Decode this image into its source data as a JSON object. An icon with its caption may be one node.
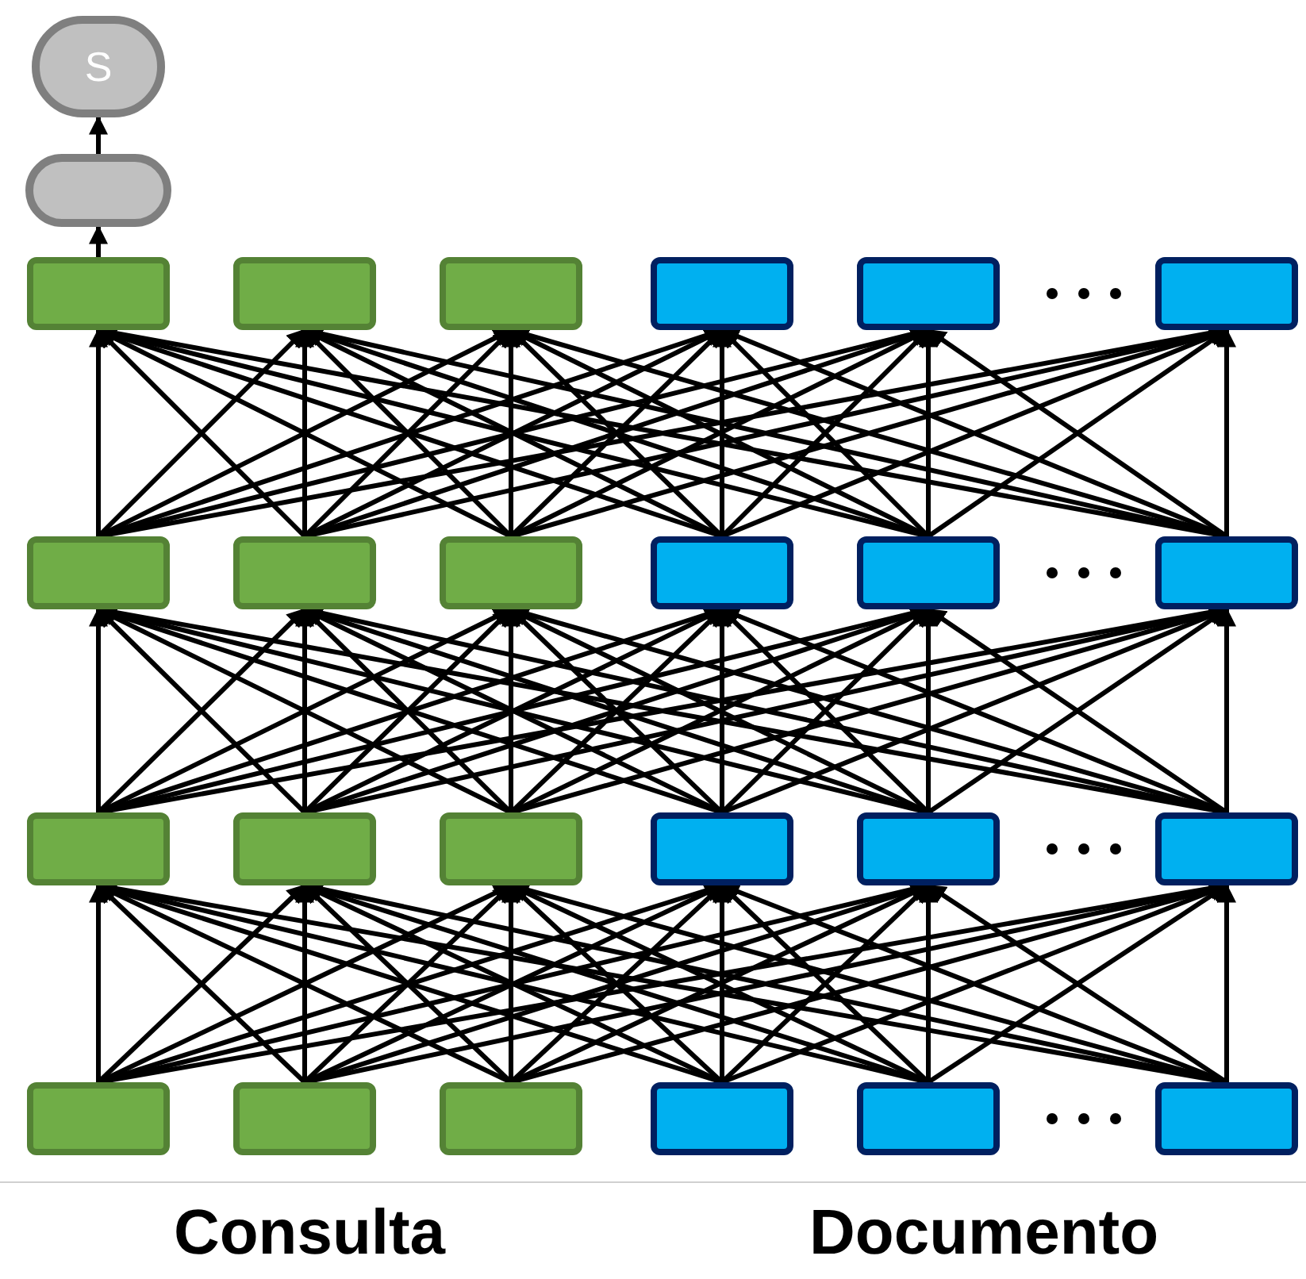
{
  "diagram": {
    "nodes": [
      {
        "text": [
          "S"
        ]
      },
      {
        "text": [],
        "shape": "pill"
      },
      {
        "text": [],
        "shape": "box"
      },
      {
        "text": [],
        "shape": "box"
      },
      {
        "text": [],
        "shape": "box"
      },
      {
        "text": [],
        "shape": "box"
      },
      {
        "text": [],
        "shape": "box"
      },
      {
        "text": [],
        "shape": "box"
      },
      {
        "text": [],
        "shape": "box"
      },
      {
        "text": [],
        "shape": "box"
      },
      {
        "text": [],
        "shape": "box"
      },
      {
        "text": [],
        "shape": "box"
      },
      {
        "text": [],
        "shape": "box"
      },
      {
        "text": [],
        "shape": "box"
      },
      {
        "text": [],
        "shape": "box"
      },
      {
        "text": [],
        "shape": "box"
      },
      {
        "text": [],
        "shape": "box"
      },
      {
        "text": [],
        "shape": "box"
      },
      {
        "text": [],
        "shape": "box"
      },
      {
        "text": [],
        "shape": "box"
      },
      {
        "text": [],
        "shape": "box"
      },
      {
        "text": [],
        "shape": "box"
      },
      {
        "text": [],
        "shape": "box"
      },
      {
        "text": [],
        "shape": "box"
      },
      {
        "text": [],
        "shape": "box"
      },
      {
        "text": [],
        "shape": "box"
      }
    ],
    "edges": [
      {
        "from": 1,
        "to": 0,
        "arrow": "to"
      },
      {
        "from": 2,
        "to": 1,
        "arrow": "to"
      },
      {
        "from": 8,
        "to": 2,
        "arrow": "to"
      },
      {
        "from": 8,
        "to": 3,
        "arrow": "to"
      },
      {
        "from": 8,
        "to": 4,
        "arrow": "to"
      },
      {
        "from": 8,
        "to": 5,
        "arrow": "to"
      },
      {
        "from": 8,
        "to": 6,
        "arrow": "to"
      },
      {
        "from": 8,
        "to": 7,
        "arrow": "to"
      },
      {
        "from": 9,
        "to": 2,
        "arrow": "to"
      },
      {
        "from": 9,
        "to": 3,
        "arrow": "to"
      },
      {
        "from": 9,
        "to": 4,
        "arrow": "to"
      },
      {
        "from": 9,
        "to": 5,
        "arrow": "to"
      },
      {
        "from": 9,
        "to": 6,
        "arrow": "to"
      },
      {
        "from": 9,
        "to": 7,
        "arrow": "to"
      },
      {
        "from": 10,
        "to": 2,
        "arrow": "to"
      },
      {
        "from": 10,
        "to": 3,
        "arrow": "to"
      },
      {
        "from": 10,
        "to": 4,
        "arrow": "to"
      },
      {
        "from": 10,
        "to": 5,
        "arrow": "to"
      },
      {
        "from": 10,
        "to": 6,
        "arrow": "to"
      },
      {
        "from": 10,
        "to": 7,
        "arrow": "to"
      },
      {
        "from": 11,
        "to": 2,
        "arrow": "to"
      },
      {
        "from": 11,
        "to": 3,
        "arrow": "to"
      },
      {
        "from": 11,
        "to": 4,
        "arrow": "to"
      },
      {
        "from": 11,
        "to": 5,
        "arrow": "to"
      },
      {
        "from": 11,
        "to": 6,
        "arrow": "to"
      },
      {
        "from": 11,
        "to": 7,
        "arrow": "to"
      },
      {
        "from": 12,
        "to": 2,
        "arrow": "to"
      },
      {
        "from": 12,
        "to": 3,
        "arrow": "to"
      },
      {
        "from": 12,
        "to": 4,
        "arrow": "to"
      },
      {
        "from": 12,
        "to": 5,
        "arrow": "to"
      },
      {
        "from": 12,
        "to": 6,
        "arrow": "to"
      },
      {
        "from": 12,
        "to": 7,
        "arrow": "to"
      },
      {
        "from": 13,
        "to": 2,
        "arrow": "to"
      },
      {
        "from": 13,
        "to": 3,
        "arrow": "to"
      },
      {
        "from": 13,
        "to": 4,
        "arrow": "to"
      },
      {
        "from": 13,
        "to": 5,
        "arrow": "to"
      },
      {
        "from": 13,
        "to": 6,
        "arrow": "to"
      },
      {
        "from": 13,
        "to": 7,
        "arrow": "to"
      },
      {
        "from": 14,
        "to": 8,
        "arrow": "to"
      },
      {
        "from": 14,
        "to": 9,
        "arrow": "to"
      },
      {
        "from": 14,
        "to": 10,
        "arrow": "to"
      },
      {
        "from": 14,
        "to": 11,
        "arrow": "to"
      },
      {
        "from": 14,
        "to": 12,
        "arrow": "to"
      },
      {
        "from": 14,
        "to": 13,
        "arrow": "to"
      },
      {
        "from": 15,
        "to": 8,
        "arrow": "to"
      },
      {
        "from": 15,
        "to": 9,
        "arrow": "to"
      },
      {
        "from": 15,
        "to": 10,
        "arrow": "to"
      },
      {
        "from": 15,
        "to": 11,
        "arrow": "to"
      },
      {
        "from": 15,
        "to": 12,
        "arrow": "to"
      },
      {
        "from": 15,
        "to": 13,
        "arrow": "to"
      },
      {
        "from": 16,
        "to": 8,
        "arrow": "to"
      },
      {
        "from": 16,
        "to": 9,
        "arrow": "to"
      },
      {
        "from": 16,
        "to": 10,
        "arrow": "to"
      },
      {
        "from": 16,
        "to": 11,
        "arrow": "to"
      },
      {
        "from": 16,
        "to": 12,
        "arrow": "to"
      },
      {
        "from": 16,
        "to": 13,
        "arrow": "to"
      },
      {
        "from": 17,
        "to": 8,
        "arrow": "to"
      },
      {
        "from": 17,
        "to": 9,
        "arrow": "to"
      },
      {
        "from": 17,
        "to": 10,
        "arrow": "to"
      },
      {
        "from": 17,
        "to": 11,
        "arrow": "to"
      },
      {
        "from": 17,
        "to": 12,
        "arrow": "to"
      },
      {
        "from": 17,
        "to": 13,
        "arrow": "to"
      },
      {
        "from": 18,
        "to": 8,
        "arrow": "to"
      },
      {
        "from": 18,
        "to": 9,
        "arrow": "to"
      },
      {
        "from": 18,
        "to": 10,
        "arrow": "to"
      },
      {
        "from": 18,
        "to": 11,
        "arrow": "to"
      },
      {
        "from": 18,
        "to": 12,
        "arrow": "to"
      },
      {
        "from": 18,
        "to": 13,
        "arrow": "to"
      },
      {
        "from": 19,
        "to": 8,
        "arrow": "to"
      },
      {
        "from": 19,
        "to": 9,
        "arrow": "to"
      },
      {
        "from": 19,
        "to": 10,
        "arrow": "to"
      },
      {
        "from": 19,
        "to": 11,
        "arrow": "to"
      },
      {
        "from": 19,
        "to": 12,
        "arrow": "to"
      },
      {
        "from": 19,
        "to": 13,
        "arrow": "to"
      },
      {
        "from": 20,
        "to": 14,
        "arrow": "to"
      },
      {
        "from": 20,
        "to": 15,
        "arrow": "to"
      },
      {
        "from": 20,
        "to": 16,
        "arrow": "to"
      },
      {
        "from": 20,
        "to": 17,
        "arrow": "to"
      },
      {
        "from": 20,
        "to": 18,
        "arrow": "to"
      },
      {
        "from": 20,
        "to": 19,
        "arrow": "to"
      },
      {
        "from": 21,
        "to": 14,
        "arrow": "to"
      },
      {
        "from": 21,
        "to": 15,
        "arrow": "to"
      },
      {
        "from": 21,
        "to": 16,
        "arrow": "to"
      },
      {
        "from": 21,
        "to": 17,
        "arrow": "to"
      },
      {
        "from": 21,
        "to": 18,
        "arrow": "to"
      },
      {
        "from": 21,
        "to": 19,
        "arrow": "to"
      },
      {
        "from": 22,
        "to": 14,
        "arrow": "to"
      },
      {
        "from": 22,
        "to": 15,
        "arrow": "to"
      },
      {
        "from": 22,
        "to": 16,
        "arrow": "to"
      },
      {
        "from": 22,
        "to": 17,
        "arrow": "to"
      },
      {
        "from": 22,
        "to": 18,
        "arrow": "to"
      },
      {
        "from": 22,
        "to": 19,
        "arrow": "to"
      },
      {
        "from": 23,
        "to": 14,
        "arrow": "to"
      },
      {
        "from": 23,
        "to": 15,
        "arrow": "to"
      },
      {
        "from": 23,
        "to": 16,
        "arrow": "to"
      },
      {
        "from": 23,
        "to": 17,
        "arrow": "to"
      },
      {
        "from": 23,
        "to": 18,
        "arrow": "to"
      },
      {
        "from": 23,
        "to": 19,
        "arrow": "to"
      },
      {
        "from": 24,
        "to": 14,
        "arrow": "to"
      },
      {
        "from": 24,
        "to": 15,
        "arrow": "to"
      },
      {
        "from": 24,
        "to": 16,
        "arrow": "to"
      },
      {
        "from": 24,
        "to": 17,
        "arrow": "to"
      },
      {
        "from": 24,
        "to": 18,
        "arrow": "to"
      },
      {
        "from": 24,
        "to": 19,
        "arrow": "to"
      },
      {
        "from": 25,
        "to": 14,
        "arrow": "to"
      },
      {
        "from": 25,
        "to": 15,
        "arrow": "to"
      },
      {
        "from": 25,
        "to": 16,
        "arrow": "to"
      },
      {
        "from": 25,
        "to": 17,
        "arrow": "to"
      },
      {
        "from": 25,
        "to": 18,
        "arrow": "to"
      },
      {
        "from": 25,
        "to": 19,
        "arrow": "to"
      }
    ],
    "labels": [
      "Consulta",
      "Documento"
    ]
  }
}
